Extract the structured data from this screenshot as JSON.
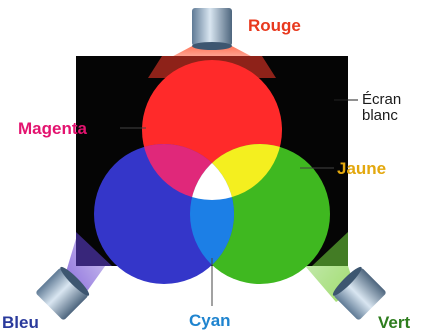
{
  "labels": {
    "rouge": "Rouge",
    "magenta": "Magenta",
    "ecran_line1": "Écran",
    "ecran_line2": "blanc",
    "jaune": "Jaune",
    "bleu": "Bleu",
    "cyan": "Cyan",
    "vert": "Vert"
  },
  "colors": {
    "red": "#ff2a2a",
    "green": "#3fb820",
    "blue": "#3436c9",
    "yellow": "#f4ef1f",
    "magenta": "#e0287a",
    "cyan": "#1c7fe6",
    "white": "#ffffff",
    "screen": "#050505",
    "label_red": "#e8391e",
    "label_magenta": "#e3136f",
    "label_yellow": "#e3a80e",
    "label_blue": "#2a3a9c",
    "label_cyan": "#1f84cf",
    "label_green": "#2e7d1e"
  }
}
